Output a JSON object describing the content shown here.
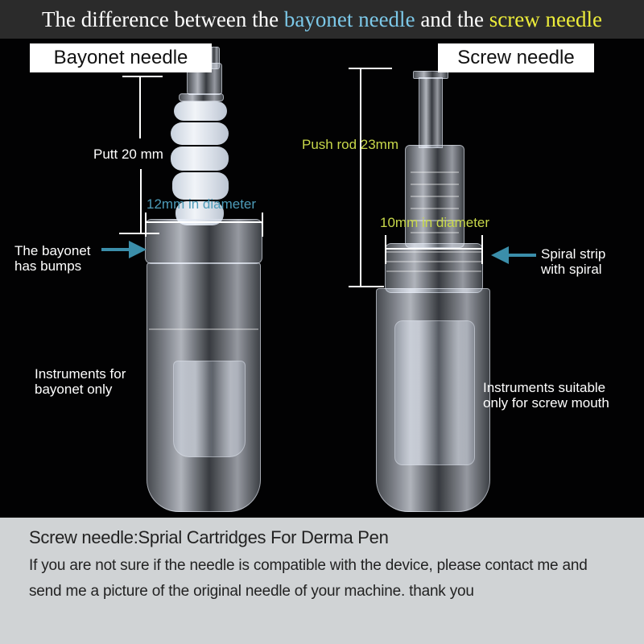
{
  "title": {
    "prefix": "The difference between the ",
    "bayonet": "bayonet needle",
    "middle": " and the ",
    "screw": "screw needle",
    "colors": {
      "bayonet": "#7cc8e8",
      "screw": "#ecec3a"
    }
  },
  "bayonet": {
    "label": "Bayonet needle",
    "length_annotation": "Putt 20 mm",
    "diameter_annotation": "12mm in diameter",
    "bump_note_line1": "The bayonet",
    "bump_note_line2": "has bumps",
    "usage_line1": "Instruments for",
    "usage_line2": "bayonet only"
  },
  "screw": {
    "label": "Screw needle",
    "length_annotation": "Push rod 23mm",
    "diameter_annotation": "10mm in diameter",
    "spiral_note_line1": "Spiral strip",
    "spiral_note_line2": "with spiral",
    "usage_line1": "Instruments  suitable",
    "usage_line2": "only for screw mouth"
  },
  "footer": {
    "heading": "Screw needle:Sprial Cartridges For Derma Pen",
    "body": "If you are not sure if the needle is compatible with the device, please contact me and send me a picture of the original needle of your machine. thank you"
  },
  "colors": {
    "arrow": "#3b8eaa",
    "annotation_yellow": "#c8d84a",
    "annotation_blue": "#4d9bb8",
    "footer_bg": "#d0d3d5",
    "title_bg": "#2b2b2b"
  }
}
